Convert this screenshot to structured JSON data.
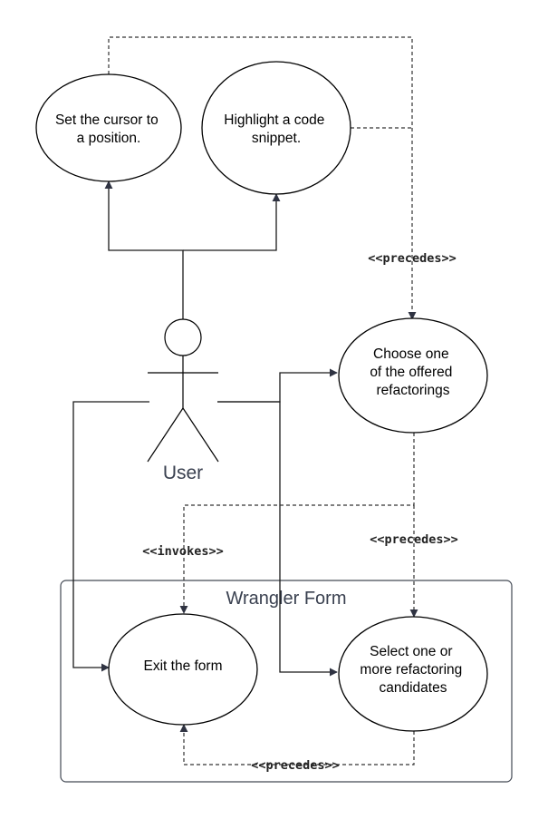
{
  "diagram": {
    "actor": {
      "label": "User"
    },
    "boundary": {
      "label": "Wrangler Form"
    },
    "use_cases": {
      "set_cursor": [
        "Set the cursor to",
        "a position."
      ],
      "highlight": [
        "Highlight a code",
        "snippet."
      ],
      "choose": [
        "Choose one",
        "of the offered",
        "refactorings"
      ],
      "exit_form": [
        "Exit the form"
      ],
      "select_candidates": [
        "Select one or",
        "more refactoring",
        "candidates"
      ]
    },
    "stereotypes": {
      "precedes_top": "<<precedes>>",
      "invokes": "<<invokes>>",
      "precedes_right": "<<precedes>>",
      "precedes_bottom": "<<precedes>>"
    }
  }
}
